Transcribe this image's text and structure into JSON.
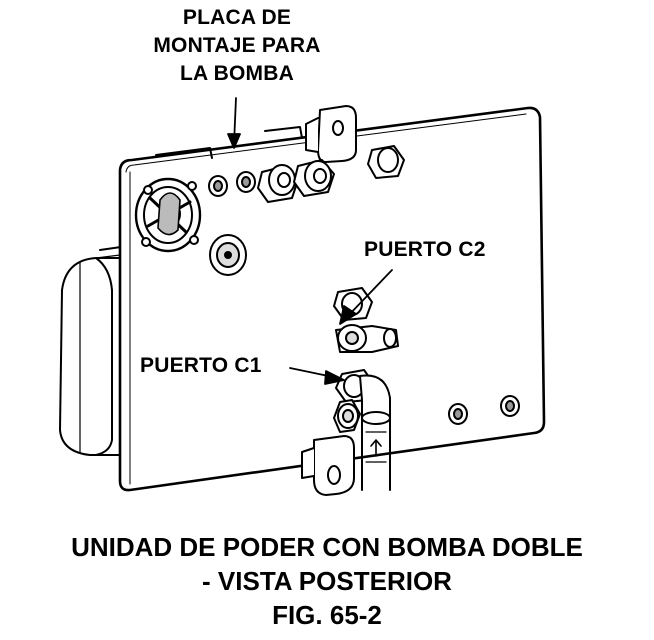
{
  "labels": {
    "mount_plate": [
      "PLACA DE",
      "MONTAJE PARA",
      "LA BOMBA"
    ],
    "port_c2": "PUERTO C2",
    "port_c1": "PUERTO C1"
  },
  "caption": {
    "line1": "UNIDAD DE PODER CON BOMBA DOBLE",
    "line2": "- VISTA POSTERIOR",
    "line3": "FIG. 65-2"
  },
  "colors": {
    "ink": "#000000",
    "paper": "#ffffff",
    "shade": "#d9d9d9"
  }
}
